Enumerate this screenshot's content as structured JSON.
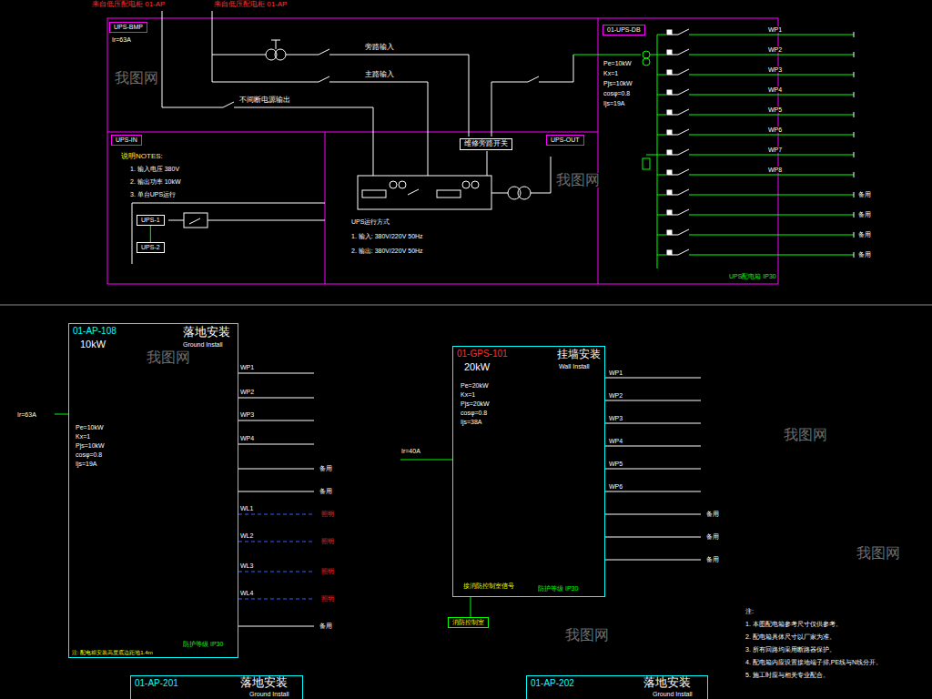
{
  "diagram": {
    "nodes": [
      {
        "text": [
          "UPS-BMP"
        ]
      },
      {
        "text": [
          "01-UPS-DB"
        ]
      },
      {
        "text": [
          "UPS-IN"
        ]
      },
      {
        "text": [
          "UPS-OUT"
        ]
      },
      {
        "text": [
          "维修旁路开关"
        ]
      },
      {
        "text": [
          "UPS-1"
        ]
      },
      {
        "text": [
          "UPS-2"
        ]
      },
      {
        "text": [
          "01-AP-108",
          "10kW",
          "落地安装",
          "Ground Install"
        ]
      },
      {
        "text": [
          "01-GPS-101",
          "20kW",
          "挂墙安装",
          "Wall Install"
        ]
      },
      {
        "text": [
          "消防控制室"
        ]
      },
      {
        "text": [
          "01-AP-201",
          "落地安装",
          "Ground Install"
        ]
      },
      {
        "text": [
          "01-AP-202",
          "落地安装",
          "Ground Install"
        ]
      }
    ],
    "edges": [
      {
        "from": 5,
        "to": 6,
        "arrow": "none"
      },
      {
        "from": 8,
        "to": 9,
        "arrow": "none"
      }
    ],
    "labels": [
      "来自低压配电柜 01-AP",
      "来自低压配电柜 01-AP",
      "Ir=63A",
      "旁路输入",
      "主路输入",
      "不间断电源输出",
      "说明NOTES:",
      "1. 输入电压 380V",
      "2. 输出功率 10kW",
      "3. 单台UPS运行",
      "UPS运行方式",
      "1. 输入: 380V/220V 50Hz",
      "2. 输出: 380V/220V 50Hz",
      "Pe=10kW",
      "Kx=1",
      "Pjs=10kW",
      "cosφ=0.8",
      "Ijs=19A",
      "WP1",
      "WP2",
      "WP3",
      "WP4",
      "WP5",
      "WP6",
      "WP7",
      "WP8",
      "备用",
      "备用",
      "备用",
      "备用",
      "UPS配电箱 IP30",
      "Ir=63A",
      "Pe=10kW",
      "Kx=1",
      "Pjs=10kW",
      "cosφ=0.8",
      "Ijs=19A",
      "WP1",
      "WP2",
      "WP3",
      "WP4",
      "备用",
      "备用",
      "WL1",
      "WL2",
      "WL3",
      "WL4",
      "照明",
      "照明",
      "照明",
      "照明",
      "备用",
      "防护等级 IP30",
      "注: 配电箱安装高度底边距地1.4m",
      "Ir=40A",
      "Pe=20kW",
      "Kx=1",
      "Pjs=20kW",
      "cosφ=0.8",
      "Ijs=38A",
      "WP1",
      "WP2",
      "WP3",
      "WP4",
      "WP5",
      "WP6",
      "备用",
      "备用",
      "备用",
      "接消防控制室信号",
      "防护等级 IP30",
      "注:",
      "1. 本图配电箱参考尺寸仅供参考。",
      "2. 配电箱具体尺寸以厂家为准。",
      "3. 所有回路均采用断路器保护。",
      "4. 配电箱内应设置接地端子排,PE线与N线分开。",
      "5. 施工时应与相关专业配合。",
      "我图网",
      "我图网",
      "我图网",
      "我图网",
      "我图网",
      "我图网"
    ]
  }
}
